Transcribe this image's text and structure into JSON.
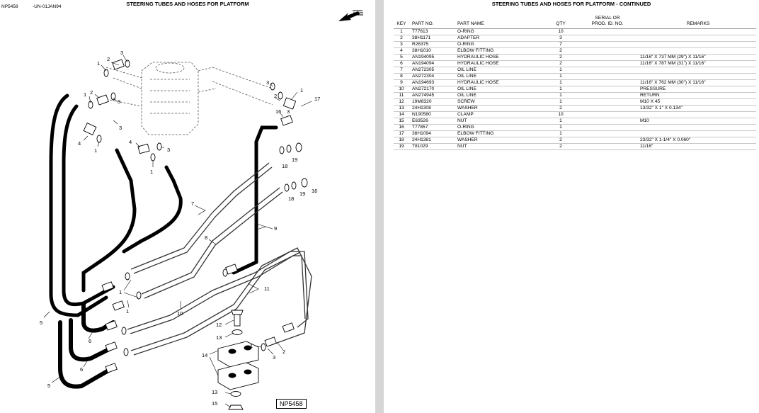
{
  "left_page": {
    "figure_code": "NP5458",
    "date_code": "-UN-01JAN94",
    "title": "STEERING TUBES AND HOSES FOR PLATFORM",
    "figure_label": "NP5458",
    "callouts": [
      "1",
      "2",
      "3",
      "1",
      "2",
      "3",
      "3",
      "4",
      "1",
      "4",
      "1",
      "3",
      "3",
      "16",
      "17",
      "1",
      "2",
      "3",
      "18",
      "19",
      "18",
      "19",
      "16",
      "7",
      "8",
      "9",
      "1",
      "10",
      "11",
      "1",
      "5",
      "6",
      "6",
      "5",
      "12",
      "13",
      "14",
      "13",
      "15",
      "1",
      "2",
      "3"
    ]
  },
  "right_page": {
    "title": "STEERING TUBES AND HOSES FOR PLATFORM - CONTINUED",
    "headers": {
      "key": "KEY",
      "part_no": "PART NO.",
      "part_name": "PART NAME",
      "qty": "QTY",
      "serial_l1": "SERIAL OR",
      "serial_l2": "PROD. ID. NO.",
      "remarks": "REMARKS"
    },
    "rows": [
      {
        "key": "1",
        "part_no": "T77613",
        "part_name": "O-RING",
        "qty": "10",
        "serial": "",
        "remarks": ""
      },
      {
        "key": "2",
        "part_no": "38H1171",
        "part_name": "ADAPTER",
        "qty": "3",
        "serial": "",
        "remarks": ""
      },
      {
        "key": "3",
        "part_no": "R26375",
        "part_name": "O-RING",
        "qty": "7",
        "serial": "",
        "remarks": ""
      },
      {
        "key": "4",
        "part_no": "38H1010",
        "part_name": "ELBOW FITTING",
        "qty": "2",
        "serial": "",
        "remarks": ""
      },
      {
        "key": "5",
        "part_no": "AN194095",
        "part_name": "HYDRAULIC HOSE",
        "qty": "2",
        "serial": "",
        "remarks": "11/16\" X 737 MM (29\") X 11/16\""
      },
      {
        "key": "6",
        "part_no": "AN194094",
        "part_name": "HYDRAULIC HOSE",
        "qty": "2",
        "serial": "",
        "remarks": "11/16\" X 787 MM (31\") X 11/16\""
      },
      {
        "key": "7",
        "part_no": "AN272305",
        "part_name": "OIL LINE",
        "qty": "1",
        "serial": "",
        "remarks": ""
      },
      {
        "key": "8",
        "part_no": "AN272304",
        "part_name": "OIL LINE",
        "qty": "1",
        "serial": "",
        "remarks": ""
      },
      {
        "key": "9",
        "part_no": "AN194693",
        "part_name": "HYDRAULIC HOSE",
        "qty": "1",
        "serial": "",
        "remarks": "11/16\" X 762 MM (30\") X 11/16\""
      },
      {
        "key": "10",
        "part_no": "AN272170",
        "part_name": "OIL LINE",
        "qty": "1",
        "serial": "",
        "remarks": "PRESSURE"
      },
      {
        "key": "11",
        "part_no": "AN274945",
        "part_name": "OIL LINE",
        "qty": "1",
        "serial": "",
        "remarks": "RETURN"
      },
      {
        "key": "12",
        "part_no": "19M8320",
        "part_name": "SCREW",
        "qty": "1",
        "serial": "",
        "remarks": "M10 X 45"
      },
      {
        "key": "13",
        "part_no": "24H1308",
        "part_name": "WASHER",
        "qty": "2",
        "serial": "",
        "remarks": "13/32\" X 1\" X 0.134\""
      },
      {
        "key": "14",
        "part_no": "N190580",
        "part_name": "CLAMP",
        "qty": "10",
        "serial": "",
        "remarks": ""
      },
      {
        "key": "15",
        "part_no": "E63526",
        "part_name": "NUT",
        "qty": "1",
        "serial": "",
        "remarks": "M10"
      },
      {
        "key": "16",
        "part_no": "T77857",
        "part_name": "O-RING",
        "qty": "1",
        "serial": "",
        "remarks": ""
      },
      {
        "key": "17",
        "part_no": "38H1094",
        "part_name": "ELBOW FITTING",
        "qty": "1",
        "serial": "",
        "remarks": ""
      },
      {
        "key": "18",
        "part_no": "24H1381",
        "part_name": "WASHER",
        "qty": "2",
        "serial": "",
        "remarks": "23/32\" X 1-1/4\" X 0.060\""
      },
      {
        "key": "19",
        "part_no": "T81029",
        "part_name": "NUT",
        "qty": "2",
        "serial": "",
        "remarks": "11/16\""
      }
    ]
  }
}
